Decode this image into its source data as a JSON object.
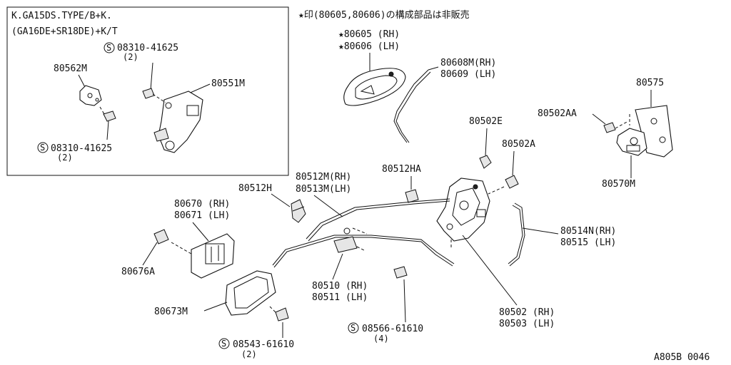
{
  "note": "★印(80605,80606)の構成部品は非販売",
  "inset": {
    "title1": "K.GA15DS.TYPE/B+K.",
    "title2": "(GA16DE+SR18DE)+K/T",
    "s_top_code": "08310-41625",
    "s_top_qty": "(2)",
    "p_80562m": "80562M",
    "p_80551m": "80551M",
    "s_bot_code": "08310-41625",
    "s_bot_qty": "(2)"
  },
  "labels": {
    "p80605": "★80605 (RH)",
    "p80606": "★80606 (LH)",
    "p80608m": "80608M(RH)",
    "p80609": "80609  (LH)",
    "p80575": "80575",
    "p80502aa": "80502AA",
    "p80502e": "80502E",
    "p80502a": "80502A",
    "p80570m": "80570M",
    "p80512hA": "80512HA",
    "p80512m": "80512M(RH)",
    "p80513m": "80513M(LH)",
    "p80512h": "80512H",
    "p80670": "80670 (RH)",
    "p80671": "80671 (LH)",
    "p80676a": "80676A",
    "p80514n": "80514N(RH)",
    "p80515": "80515  (LH)",
    "p80510": "80510 (RH)",
    "p80511": "80511 (LH)",
    "p80673m": "80673M",
    "p80502": "80502 (RH)",
    "p80503": "80503 (LH)",
    "s08566": "08566-61610",
    "s08566_qty": "(4)",
    "s08543": "08543-61610",
    "s08543_qty": "(2)"
  },
  "s_symbol": "S",
  "diagram_code": "A805B 0046"
}
